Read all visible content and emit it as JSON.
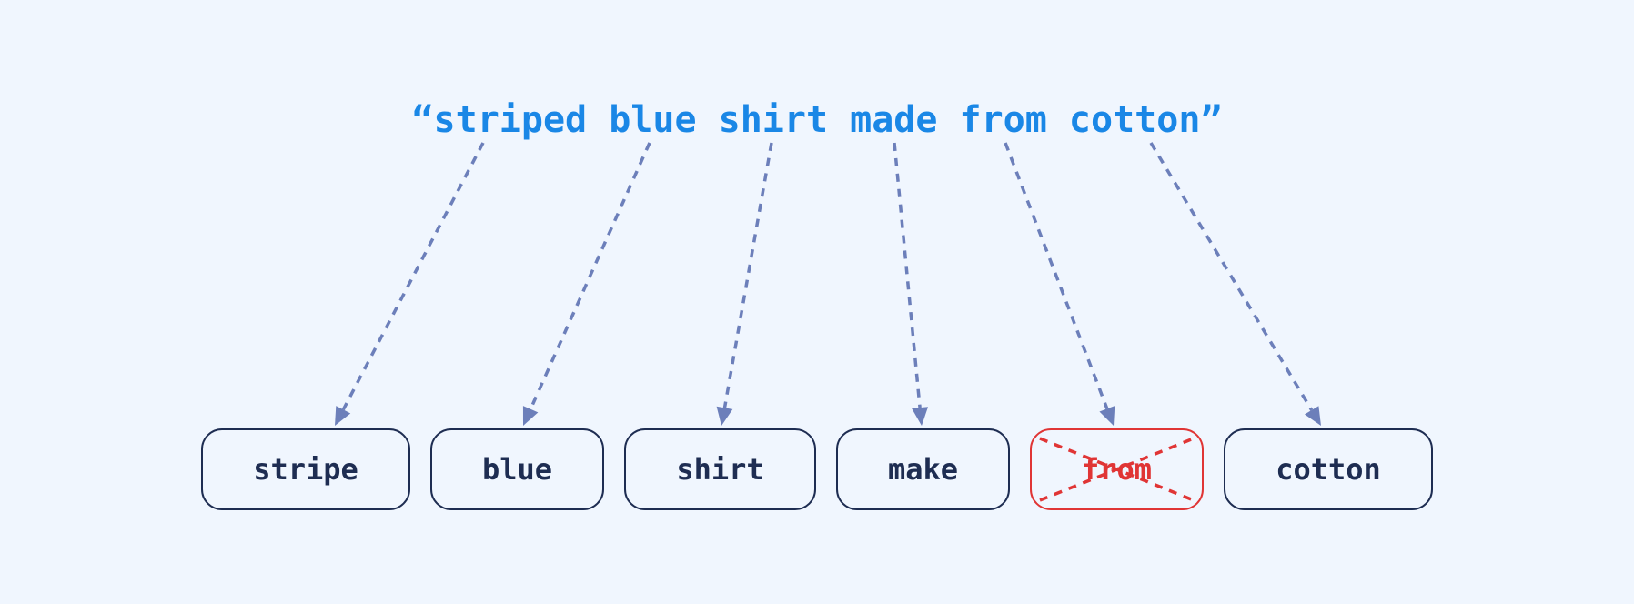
{
  "query": {
    "text": "“striped blue shirt made from cotton”"
  },
  "tokens": [
    {
      "label": "stripe",
      "removed": false
    },
    {
      "label": "blue",
      "removed": false
    },
    {
      "label": "shirt",
      "removed": false
    },
    {
      "label": "make",
      "removed": false
    },
    {
      "label": "from",
      "removed": true
    },
    {
      "label": "cotton",
      "removed": false
    }
  ],
  "colors": {
    "background": "#f0f6fe",
    "query": "#1a87e6",
    "token": "#1e2d52",
    "arrow": "#6c7fba",
    "removed": "#e03535"
  }
}
